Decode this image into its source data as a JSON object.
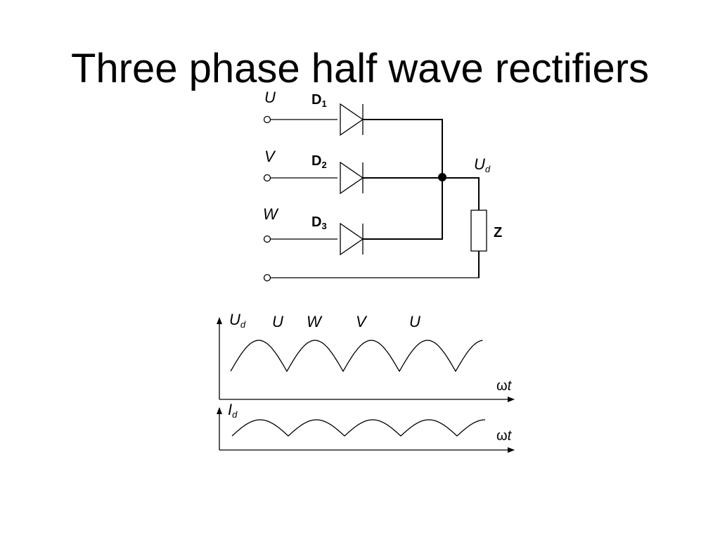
{
  "title": "Three phase half wave rectifiers",
  "circuit": {
    "phases": [
      {
        "label": "U",
        "diode": "D",
        "diode_index": "1"
      },
      {
        "label": "V",
        "diode": "D",
        "diode_index": "2"
      },
      {
        "label": "W",
        "diode": "D",
        "diode_index": "3"
      }
    ],
    "output_label": "U",
    "output_sub": "d",
    "load_label": "Z"
  },
  "voltage_plot": {
    "y_label": "U",
    "y_sub": "d",
    "phase_labels": [
      "U",
      "W",
      "V",
      "U"
    ],
    "x_label_prefix": "ω",
    "x_label_var": "t"
  },
  "current_plot": {
    "y_label": "I",
    "y_sub": "d",
    "x_label_prefix": "ω",
    "x_label_var": "t"
  }
}
